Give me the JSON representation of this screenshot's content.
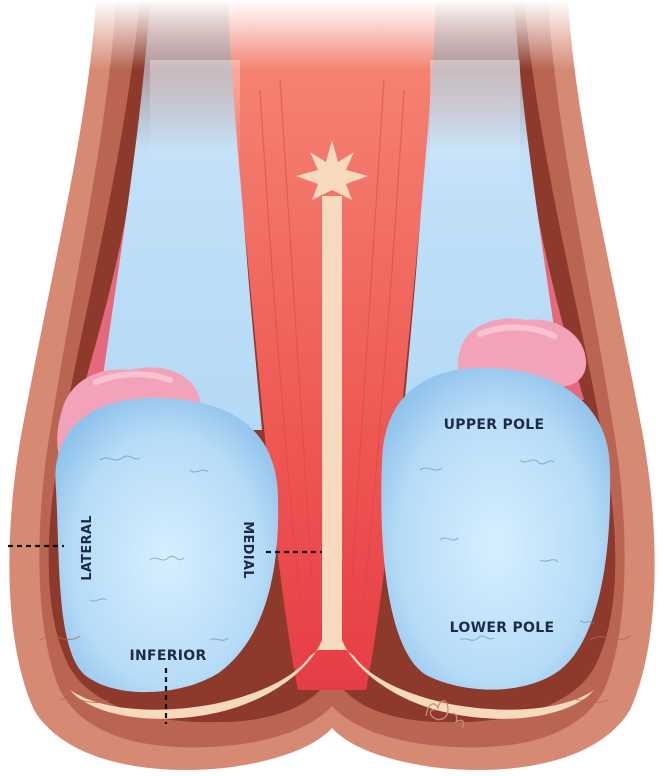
{
  "labels": {
    "lateral": "LATERAL",
    "medial": "MEDIAL",
    "inferior": "INFERIOR",
    "upper_pole": "UPPER POLE",
    "lower_pole": "LOWER POLE"
  },
  "colors": {
    "skin": "#d68a74",
    "skin_dark": "#a7533f",
    "muscle": "#f06a5c",
    "testis": "#b9ddf6",
    "epididymis": "#f3a3b9",
    "septum": "#f7d9bd",
    "label_text": "#1c2b4a"
  }
}
